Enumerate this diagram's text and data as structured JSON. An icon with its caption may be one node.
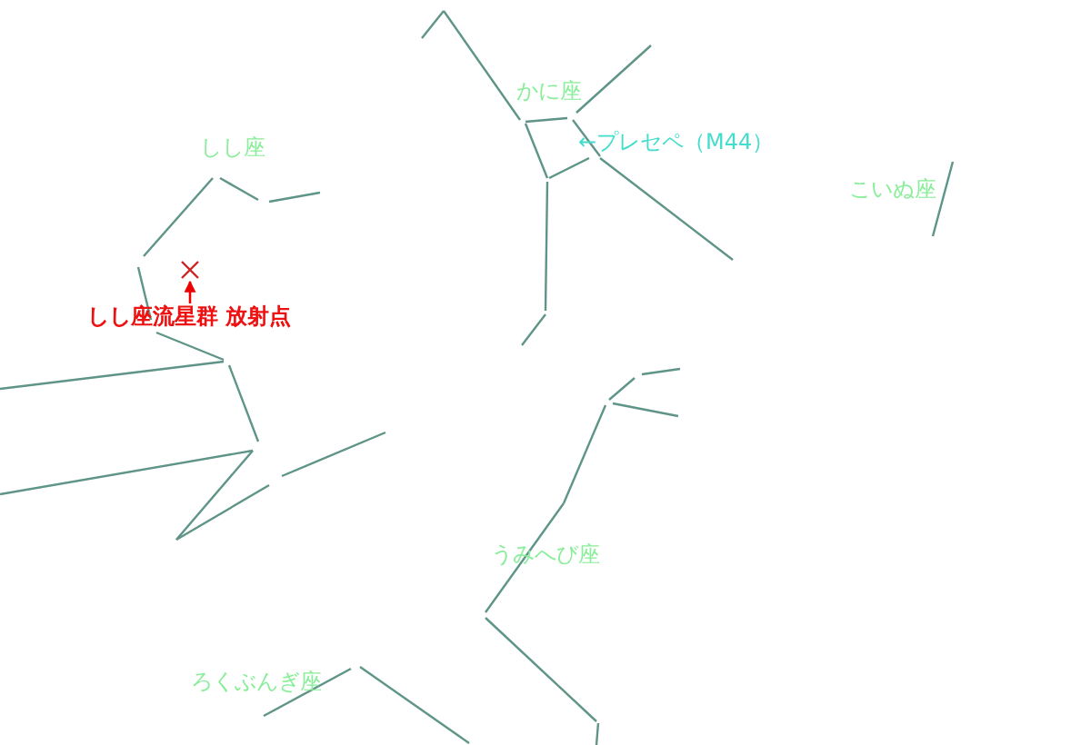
{
  "diagram": {
    "nodes": [
      {
        "text": [],
        "shape": "cross"
      },
      {
        "text": [
          "しし座流星群 放射点"
        ]
      }
    ],
    "edges": [
      {
        "from": 1,
        "to": 0,
        "arrow": "to"
      }
    ],
    "labels": [
      "かに座",
      "←プレセペ（M44）",
      "しし座",
      "こいぬ座",
      "うみへび座",
      "ろくぶんぎ座"
    ]
  }
}
